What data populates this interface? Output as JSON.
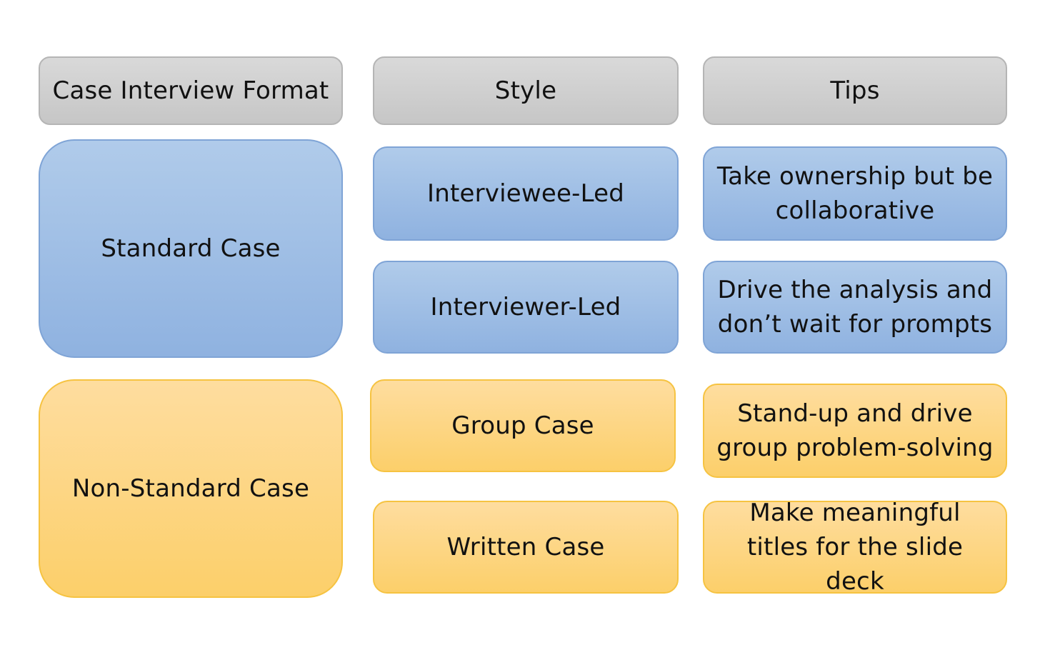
{
  "headers": {
    "format": "Case Interview Format",
    "style": "Style",
    "tips": "Tips"
  },
  "formats": [
    {
      "label": "Standard Case",
      "color": "#9dbde5"
    },
    {
      "label": "Non-Standard Case",
      "color": "#fdd784"
    }
  ],
  "styles": [
    {
      "label": "Interviewee-Led",
      "tip_line1": "Take ownership but be",
      "tip_line2": "collaborative"
    },
    {
      "label": "Interviewer-Led",
      "tip_line1": "Drive the analysis and",
      "tip_line2": "don’t wait for prompts"
    },
    {
      "label": "Group Case",
      "tip_line1": "Stand-up and drive",
      "tip_line2": "group problem-solving"
    },
    {
      "label": "Written Case",
      "tip_line1": "Make meaningful",
      "tip_line2": "titles for the slide deck"
    }
  ]
}
